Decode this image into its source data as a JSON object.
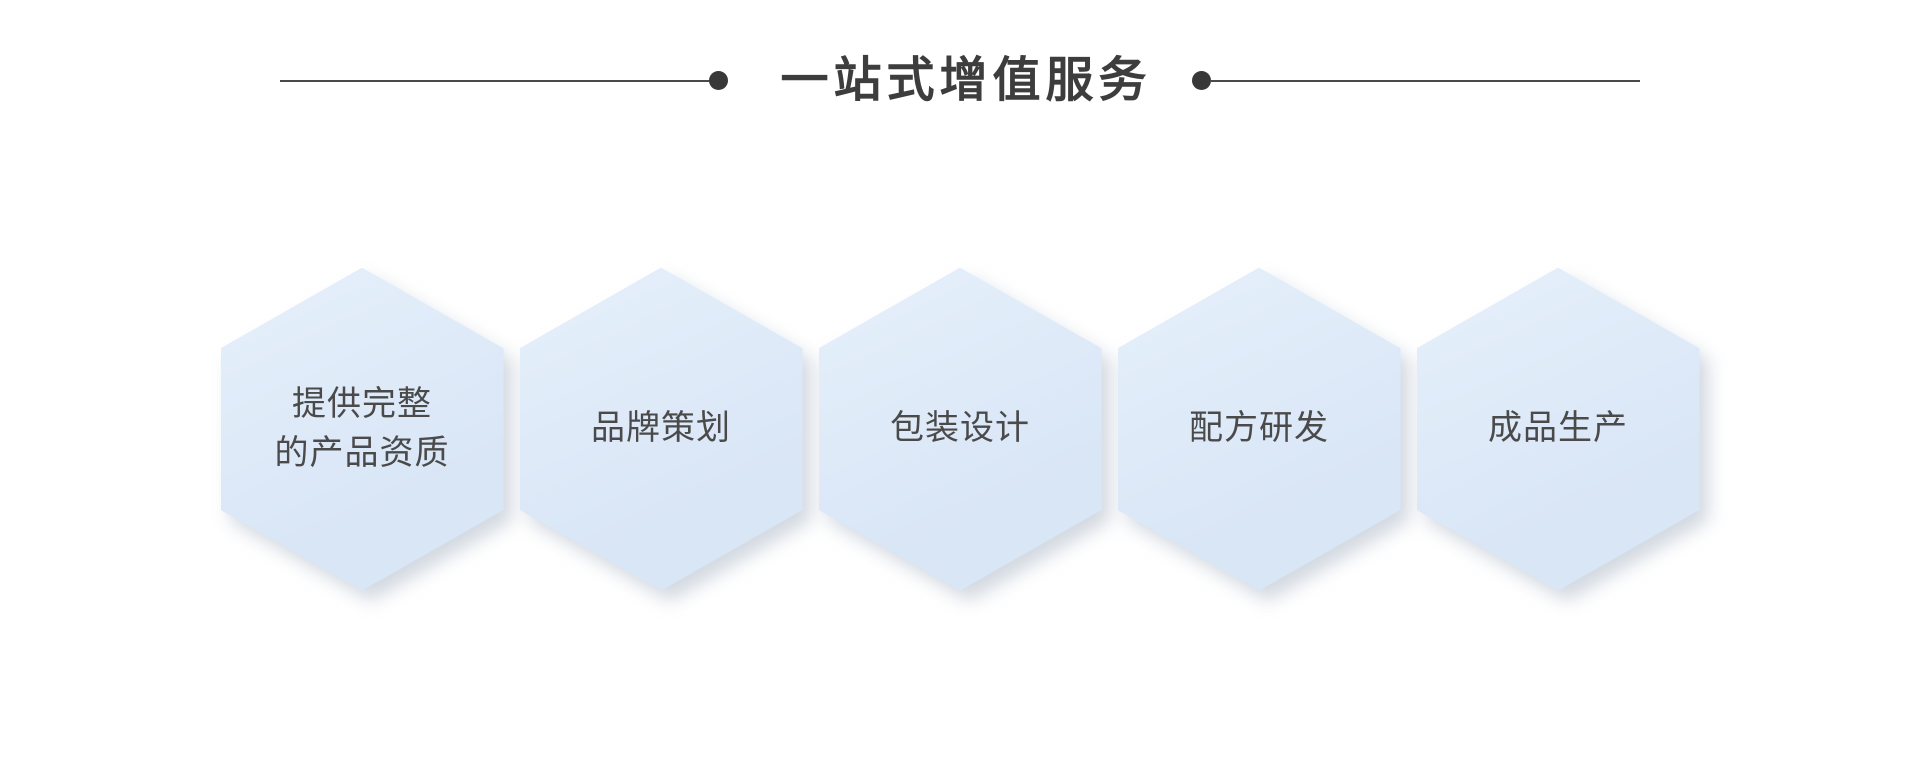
{
  "header": {
    "title": "一站式增值服务"
  },
  "hexagons": [
    {
      "label": "提供完整\n的产品资质"
    },
    {
      "label": "品牌策划"
    },
    {
      "label": "包装设计"
    },
    {
      "label": "配方研发"
    },
    {
      "label": "成品生产"
    }
  ],
  "colors": {
    "background": "#ffffff",
    "title": "#3d3d3d",
    "rule": "#4a4a4a",
    "dot": "#383838",
    "hex_fill": "#d9e6f6",
    "hex_fill_light": "#e6f0fb",
    "text": "#4a4a4a"
  }
}
